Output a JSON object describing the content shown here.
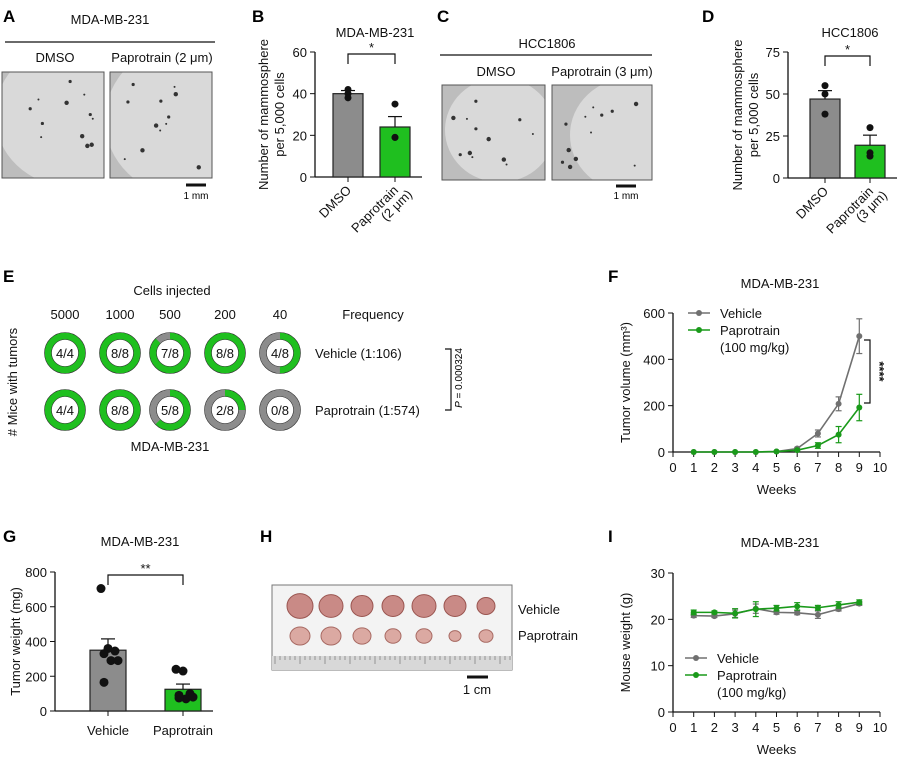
{
  "colors": {
    "gray": "#8c8c8c",
    "green": "#1fbf1f",
    "line_gray": "#707070",
    "line_green": "#1a9a1a"
  },
  "panelA": {
    "label": "A",
    "title": "MDA-MB-231",
    "cond1": "DMSO",
    "cond2": "Paprotrain (2 μm)",
    "scale": "1 mm"
  },
  "panelC": {
    "label": "C",
    "title": "HCC1806",
    "cond1": "DMSO",
    "cond2": "Paprotrain (3 μm)",
    "scale": "1 mm"
  },
  "panelE": {
    "label": "E",
    "header": "Cells injected",
    "freq_header": "Frequency",
    "ylabel": "# Mice with tumors",
    "footer": "MDA-MB-231",
    "columns": [
      "5000",
      "1000",
      "500",
      "200",
      "40"
    ],
    "rows": [
      {
        "label": "Vehicle (1:106)",
        "values": [
          [
            4,
            4
          ],
          [
            8,
            8
          ],
          [
            7,
            8
          ],
          [
            8,
            8
          ],
          [
            4,
            8
          ]
        ]
      },
      {
        "label": "Paprotrain (1:574)",
        "values": [
          [
            4,
            4
          ],
          [
            8,
            8
          ],
          [
            5,
            8
          ],
          [
            2,
            8
          ],
          [
            0,
            8
          ]
        ]
      }
    ],
    "pvalue_prefix": "P",
    "pvalue": " = 0.000324"
  },
  "panelH": {
    "label": "H",
    "row1": "Vehicle",
    "row2": "Paprotrain",
    "scale": "1 cm"
  },
  "chart_data": [
    {
      "id": "B",
      "label": "B",
      "type": "bar",
      "title": "MDA-MB-231",
      "ylabel": [
        "Number of mammosphere",
        "per 5,000 cells"
      ],
      "categories": [
        "DMSO",
        [
          "Paprotrain",
          "(2 μm)"
        ]
      ],
      "values": [
        40,
        24
      ],
      "sem": [
        1.5,
        5
      ],
      "points": [
        [
          42,
          40,
          38
        ],
        [
          35,
          19,
          19
        ]
      ],
      "ylim": [
        0,
        60
      ],
      "yticks": [
        0,
        20,
        40,
        60
      ],
      "significance": "*"
    },
    {
      "id": "D",
      "label": "D",
      "type": "bar",
      "title": "HCC1806",
      "ylabel": [
        "Number of mammosphere",
        "per 5,000 cells"
      ],
      "categories": [
        "DMSO",
        [
          "Paprotrain",
          "(3 μm)"
        ]
      ],
      "values": [
        47,
        19.5
      ],
      "sem": [
        5,
        6
      ],
      "points": [
        [
          55,
          50,
          38
        ],
        [
          30,
          15,
          13
        ]
      ],
      "ylim": [
        0,
        75
      ],
      "yticks": [
        0,
        25,
        50,
        75
      ],
      "significance": "*"
    },
    {
      "id": "F",
      "label": "F",
      "type": "line",
      "title": "MDA-MB-231",
      "ylabel": "Tumor volume (mm³)",
      "xlabel": "Weeks",
      "xlim": [
        0,
        10
      ],
      "xticks": [
        0,
        1,
        2,
        3,
        4,
        5,
        6,
        7,
        8,
        9,
        10
      ],
      "ylim": [
        0,
        600
      ],
      "yticks": [
        0,
        200,
        400,
        600
      ],
      "x": [
        1,
        2,
        3,
        4,
        5,
        6,
        7,
        8,
        9
      ],
      "series": [
        {
          "name": "Vehicle",
          "values": [
            0,
            0,
            0,
            0,
            2,
            15,
            80,
            208,
            500
          ],
          "sem": [
            0,
            0,
            0,
            0,
            2,
            5,
            15,
            30,
            75
          ]
        },
        {
          "name": "Paprotrain (100 mg/kg)",
          "values": [
            0,
            0,
            0,
            0,
            2,
            8,
            28,
            75,
            192
          ],
          "sem": [
            0,
            0,
            0,
            0,
            2,
            4,
            12,
            35,
            57
          ]
        }
      ],
      "legend": "top-left",
      "significance": "****"
    },
    {
      "id": "G",
      "label": "G",
      "type": "bar",
      "title": "MDA-MB-231",
      "ylabel": "Tumor weight (mg)",
      "categories": [
        "Vehicle",
        "Paprotrain"
      ],
      "values": [
        350,
        125
      ],
      "sem": [
        65,
        30
      ],
      "points": [
        [
          705,
          360,
          345,
          330,
          290,
          290,
          165
        ],
        [
          240,
          230,
          100,
          90,
          70,
          80,
          75
        ]
      ],
      "ylim": [
        0,
        800
      ],
      "yticks": [
        0,
        200,
        400,
        600,
        800
      ],
      "significance": "**"
    },
    {
      "id": "I",
      "label": "I",
      "type": "line",
      "title": "MDA-MB-231",
      "ylabel": "Mouse weight (g)",
      "xlabel": "Weeks",
      "xlim": [
        0,
        10
      ],
      "xticks": [
        0,
        1,
        2,
        3,
        4,
        5,
        6,
        7,
        8,
        9,
        10
      ],
      "ylim": [
        0,
        30
      ],
      "yticks": [
        0,
        10,
        20,
        30
      ],
      "x": [
        1,
        2,
        3,
        4,
        5,
        6,
        7,
        8,
        9
      ],
      "series": [
        {
          "name": "Vehicle",
          "values": [
            20.8,
            20.7,
            21.2,
            22.3,
            21.5,
            21.4,
            21.0,
            22.2,
            23.4
          ],
          "sem": [
            0.4,
            0.3,
            0.8,
            1.0,
            0.4,
            0.4,
            0.8,
            0.4,
            0.4
          ]
        },
        {
          "name": "Paprotrain (100 mg/kg)",
          "values": [
            21.5,
            21.5,
            21.3,
            22.2,
            22.4,
            22.8,
            22.5,
            23.1,
            23.7
          ],
          "sem": [
            0.5,
            0.3,
            1.0,
            1.6,
            0.6,
            0.8,
            0.5,
            0.7,
            0.5
          ]
        }
      ],
      "legend": "bottom-left"
    }
  ]
}
